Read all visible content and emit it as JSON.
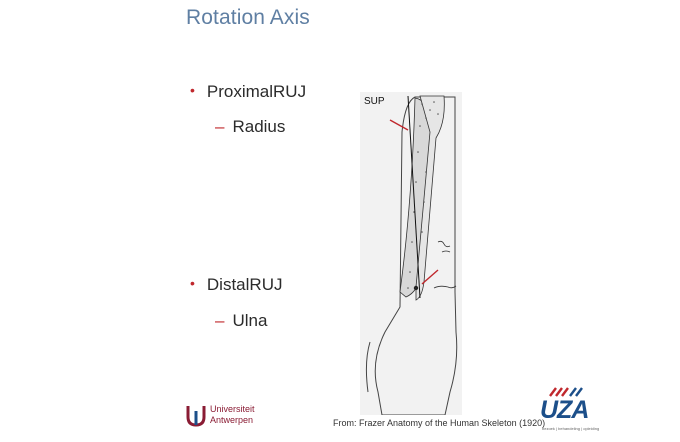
{
  "slide": {
    "title": "Rotation Axis",
    "bullets": [
      {
        "label": "ProximalRUJ",
        "sub": "Radius"
      },
      {
        "label": "DistalRUJ",
        "sub": "Ulna"
      }
    ],
    "bullet_glyph": "•",
    "sub_glyph": "–"
  },
  "figure": {
    "sup_label": "SUP",
    "caption": "From: Frazer Anatomy of the Human Skeleton (1920)"
  },
  "logos": {
    "university_line1": "Universiteit",
    "university_line2": "Antwerpen",
    "hospital_name": "UZA",
    "hospital_tagline": "bezoek | behandeling | opleiding"
  },
  "colors": {
    "title": "#5f7fa3",
    "accent_red": "#c0282d",
    "ua_burgundy": "#8a1c34",
    "uza_blue": "#1c4f8a"
  }
}
